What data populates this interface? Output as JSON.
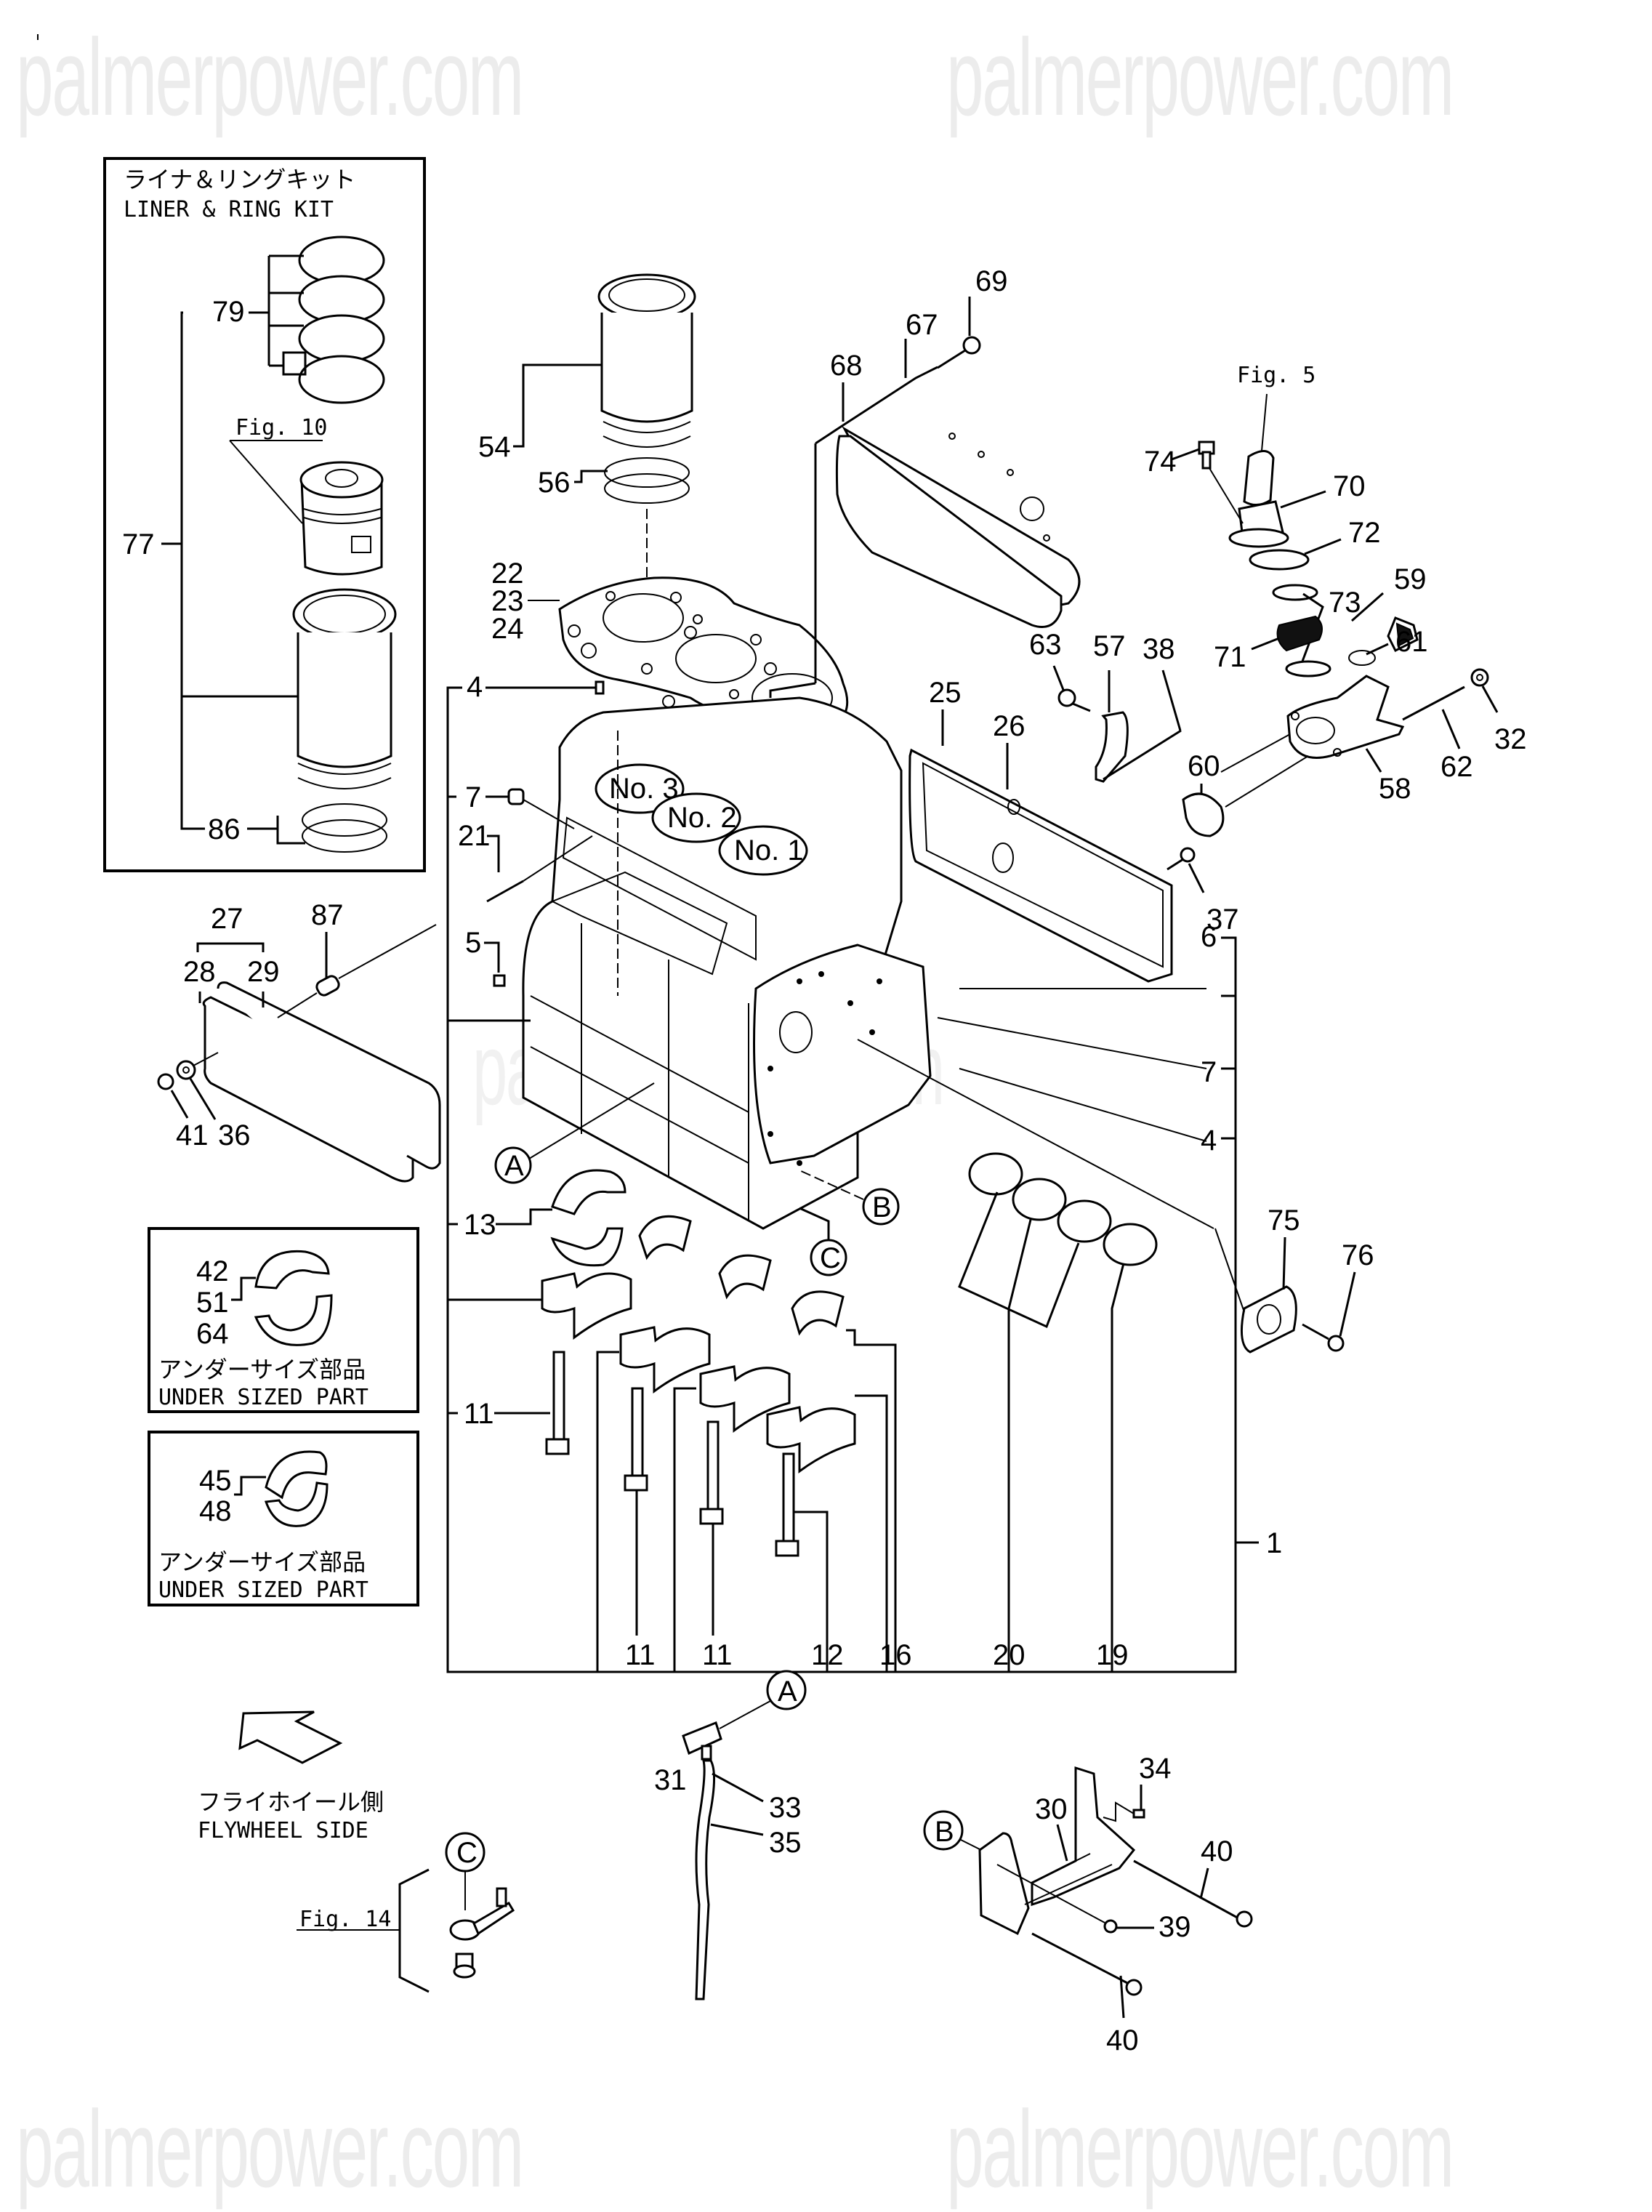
{
  "watermark": {
    "text": "palmerpower.com",
    "color": "#ececec"
  },
  "insets": {
    "liner_ring_kit": {
      "title_jp": "ライナ＆リングキット",
      "title_en": "LINER & RING KIT",
      "callouts": {
        "rings": "79",
        "kit": "77",
        "o_rings": "86"
      },
      "fig_ref": "Fig. 10"
    },
    "undersized_a": {
      "callouts": [
        "42",
        "51",
        "64"
      ],
      "label_jp": "アンダーサイズ部品",
      "label_en": "UNDER SIZED PART"
    },
    "undersized_b": {
      "callouts": [
        "45",
        "48"
      ],
      "label_jp": "アンダーサイズ部品",
      "label_en": "UNDER SIZED PART"
    }
  },
  "direction": {
    "label_jp": "フライホイール側",
    "label_en": "FLYWHEEL SIDE"
  },
  "figure_refs": {
    "fig5": "Fig. 5",
    "fig14": "Fig. 14"
  },
  "cylinders": [
    "No. 3",
    "No. 2",
    "No. 1"
  ],
  "ref_markers": {
    "A": "A",
    "B": "B",
    "C": "C"
  },
  "callouts": {
    "c69": "69",
    "c67": "67",
    "c68": "68",
    "c54": "54",
    "c56": "56",
    "c22": "22",
    "c23": "23",
    "c24": "24",
    "c4a": "4",
    "c7a": "7",
    "c21": "21",
    "c5": "5",
    "c27": "27",
    "c28": "28",
    "c29": "29",
    "c87": "87",
    "c41": "41",
    "c36": "36",
    "c74": "74",
    "c70": "70",
    "c72": "72",
    "c73": "73",
    "c71": "71",
    "c59": "59",
    "c61": "61",
    "c32": "32",
    "c62": "62",
    "c58": "58",
    "c63": "63",
    "c57": "57",
    "c38": "38",
    "c25": "25",
    "c26": "26",
    "c60": "60",
    "c37": "37",
    "c6": "6",
    "c7b": "7",
    "c4b": "4",
    "c13": "13",
    "c75": "75",
    "c76": "76",
    "c11a": "11",
    "c11b": "11",
    "c11c": "11",
    "c12": "12",
    "c16": "16",
    "c20": "20",
    "c19": "19",
    "c1": "1",
    "c31": "31",
    "c33": "33",
    "c35": "35",
    "c34": "34",
    "c30": "30",
    "c40a": "40",
    "c39": "39",
    "c40b": "40"
  }
}
